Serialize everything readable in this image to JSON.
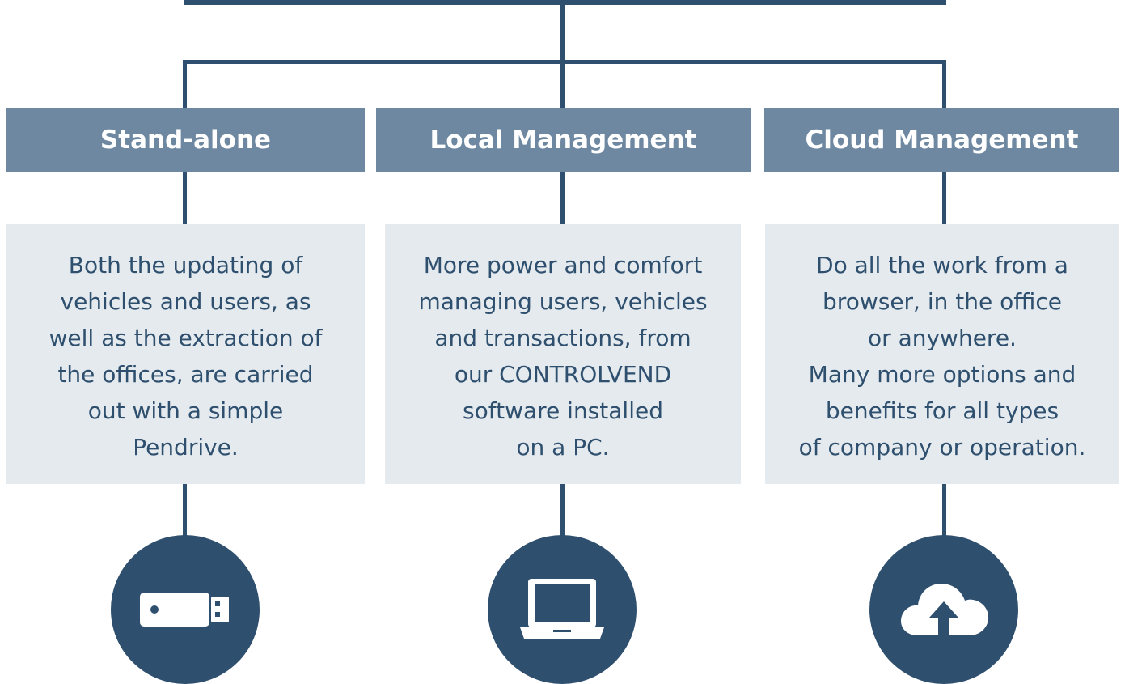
{
  "colors": {
    "line": "#2e4f6e",
    "header_fill": "#6e88a1",
    "header_text": "#ffffff",
    "desc_fill": "#e4eaee",
    "desc_text": "#2e4f6e",
    "icon_circle": "#2e4f6e",
    "icon_glyph": "#ffffff"
  },
  "columns": [
    {
      "title": "Stand-alone",
      "description": "Both the updating of\nvehicles and users, as\nwell as the extraction of\nthe offices, are carried\nout with a simple\nPendrive.",
      "icon": "usb-pendrive-icon"
    },
    {
      "title": "Local Management",
      "description": "More power and comfort\nmanaging users, vehicles\nand transactions, from\nour CONTROLVEND\nsoftware installed\non a PC.",
      "icon": "laptop-icon"
    },
    {
      "title": "Cloud Management",
      "description": "Do all the work from a\nbrowser, in the office\nor anywhere.\nMany more options and\nbenefits for all types\nof company or operation.",
      "icon": "cloud-upload-icon"
    }
  ]
}
